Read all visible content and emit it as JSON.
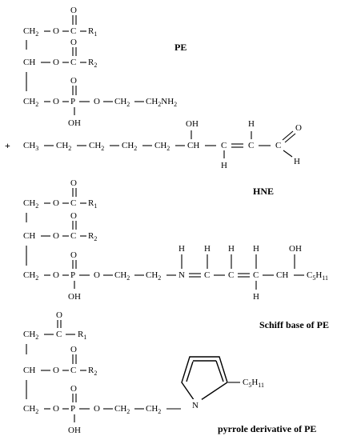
{
  "labels": {
    "pe": "PE",
    "hne": "HNE",
    "schiff": "Schiff base of PE",
    "pyrrole": "pyrrole derivative of PE"
  },
  "atoms": {
    "ch2": "CH",
    "ch": "CH",
    "ch3": "CH",
    "sub2": "2",
    "sub3": "3",
    "o": "O",
    "c": "C",
    "p": "P",
    "h": "H",
    "n": "N",
    "oh": "OH",
    "r": "R",
    "r1sub": "1",
    "r2sub": "2",
    "nh": "NH",
    "c5": "C",
    "c5sub": "5",
    "h11sub": "11",
    "plus": "+"
  },
  "bonds": {
    "dash": "–",
    "eq": "="
  }
}
